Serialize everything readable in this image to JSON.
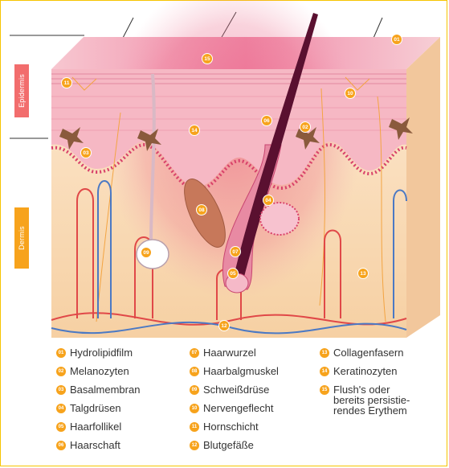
{
  "side_labels": {
    "epidermis": "Epidermis",
    "dermis": "Dermis"
  },
  "colors": {
    "accent": "#f7a31c",
    "epidermis_tab": "#f26d6d",
    "frame": "#f6c400",
    "vein": "#4b79c4",
    "artery": "#e04848",
    "hair": "#5a1030"
  },
  "callouts": [
    {
      "num": "01"
    },
    {
      "num": "02"
    },
    {
      "num": "03"
    },
    {
      "num": "04"
    },
    {
      "num": "05"
    },
    {
      "num": "06"
    },
    {
      "num": "07"
    },
    {
      "num": "08"
    },
    {
      "num": "09"
    },
    {
      "num": "10"
    },
    {
      "num": "11"
    },
    {
      "num": "12"
    },
    {
      "num": "13"
    },
    {
      "num": "14"
    },
    {
      "num": "15"
    }
  ],
  "legend": [
    {
      "num": "01",
      "label": "Hydrolipidfilm"
    },
    {
      "num": "02",
      "label": "Melanozyten"
    },
    {
      "num": "03",
      "label": "Basalmembran"
    },
    {
      "num": "04",
      "label": "Talgdrüsen"
    },
    {
      "num": "05",
      "label": "Haarfollikel"
    },
    {
      "num": "06",
      "label": "Haarschaft"
    },
    {
      "num": "07",
      "label": "Haarwurzel"
    },
    {
      "num": "08",
      "label": "Haarbalgmuskel"
    },
    {
      "num": "09",
      "label": "Schweißdrüse"
    },
    {
      "num": "10",
      "label": "Nervengeflecht"
    },
    {
      "num": "11",
      "label": "Hornschicht"
    },
    {
      "num": "12",
      "label": "Blutgefäße"
    },
    {
      "num": "13",
      "label": "Collagenfasern"
    },
    {
      "num": "14",
      "label": "Keratinozyten"
    },
    {
      "num": "15",
      "label": "Flush's oder bereits persistie-rendes Erythem"
    }
  ]
}
